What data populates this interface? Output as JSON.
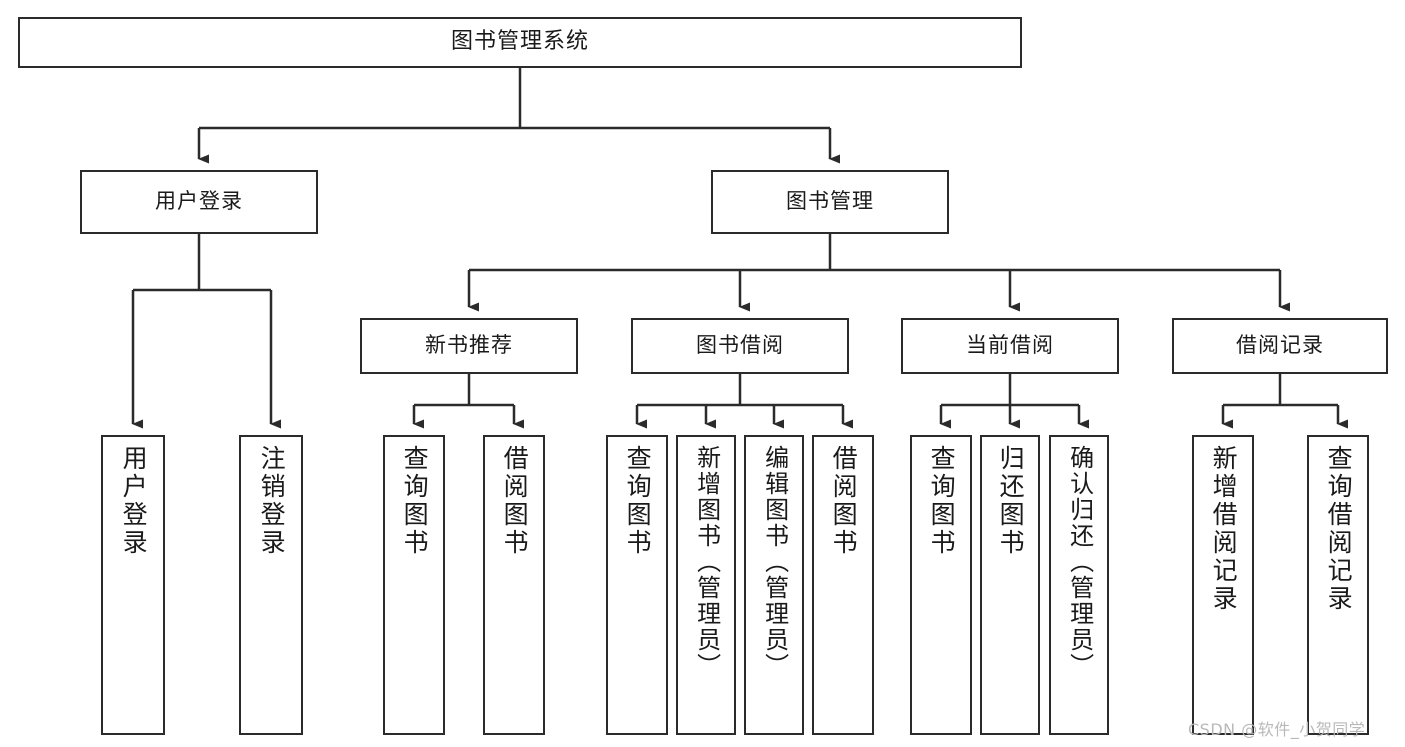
{
  "diagram": {
    "title": "图书管理系统",
    "type": "tree-hierarchy",
    "watermark": "CSDN @软件_小贺同学",
    "colors": {
      "background": "#ffffff",
      "box_border": "#2b2b2b",
      "connector": "#2b2b2b",
      "text": "#1a1a1a",
      "watermark": "#b9b9b9"
    },
    "root": {
      "label": "图书管理系统"
    },
    "level2": [
      {
        "label": "用户登录"
      },
      {
        "label": "图书管理"
      }
    ],
    "level3": [
      {
        "label": "新书推荐"
      },
      {
        "label": "图书借阅"
      },
      {
        "label": "当前借阅"
      },
      {
        "label": "借阅记录"
      }
    ],
    "leaves": {
      "user_login": [
        {
          "label": "用户登录"
        },
        {
          "label": "注销登录"
        }
      ],
      "new_book_recommend": [
        {
          "label": "查询图书"
        },
        {
          "label": "借阅图书"
        }
      ],
      "book_borrow": [
        {
          "label": "查询图书"
        },
        {
          "label": "新增图书（管理员）"
        },
        {
          "label": "编辑图书（管理员）"
        },
        {
          "label": "借阅图书"
        }
      ],
      "current_borrow": [
        {
          "label": "查询图书"
        },
        {
          "label": "归还图书"
        },
        {
          "label": "确认归还（管理员）"
        }
      ],
      "borrow_record": [
        {
          "label": "新增借阅记录"
        },
        {
          "label": "查询借阅记录"
        }
      ]
    }
  }
}
